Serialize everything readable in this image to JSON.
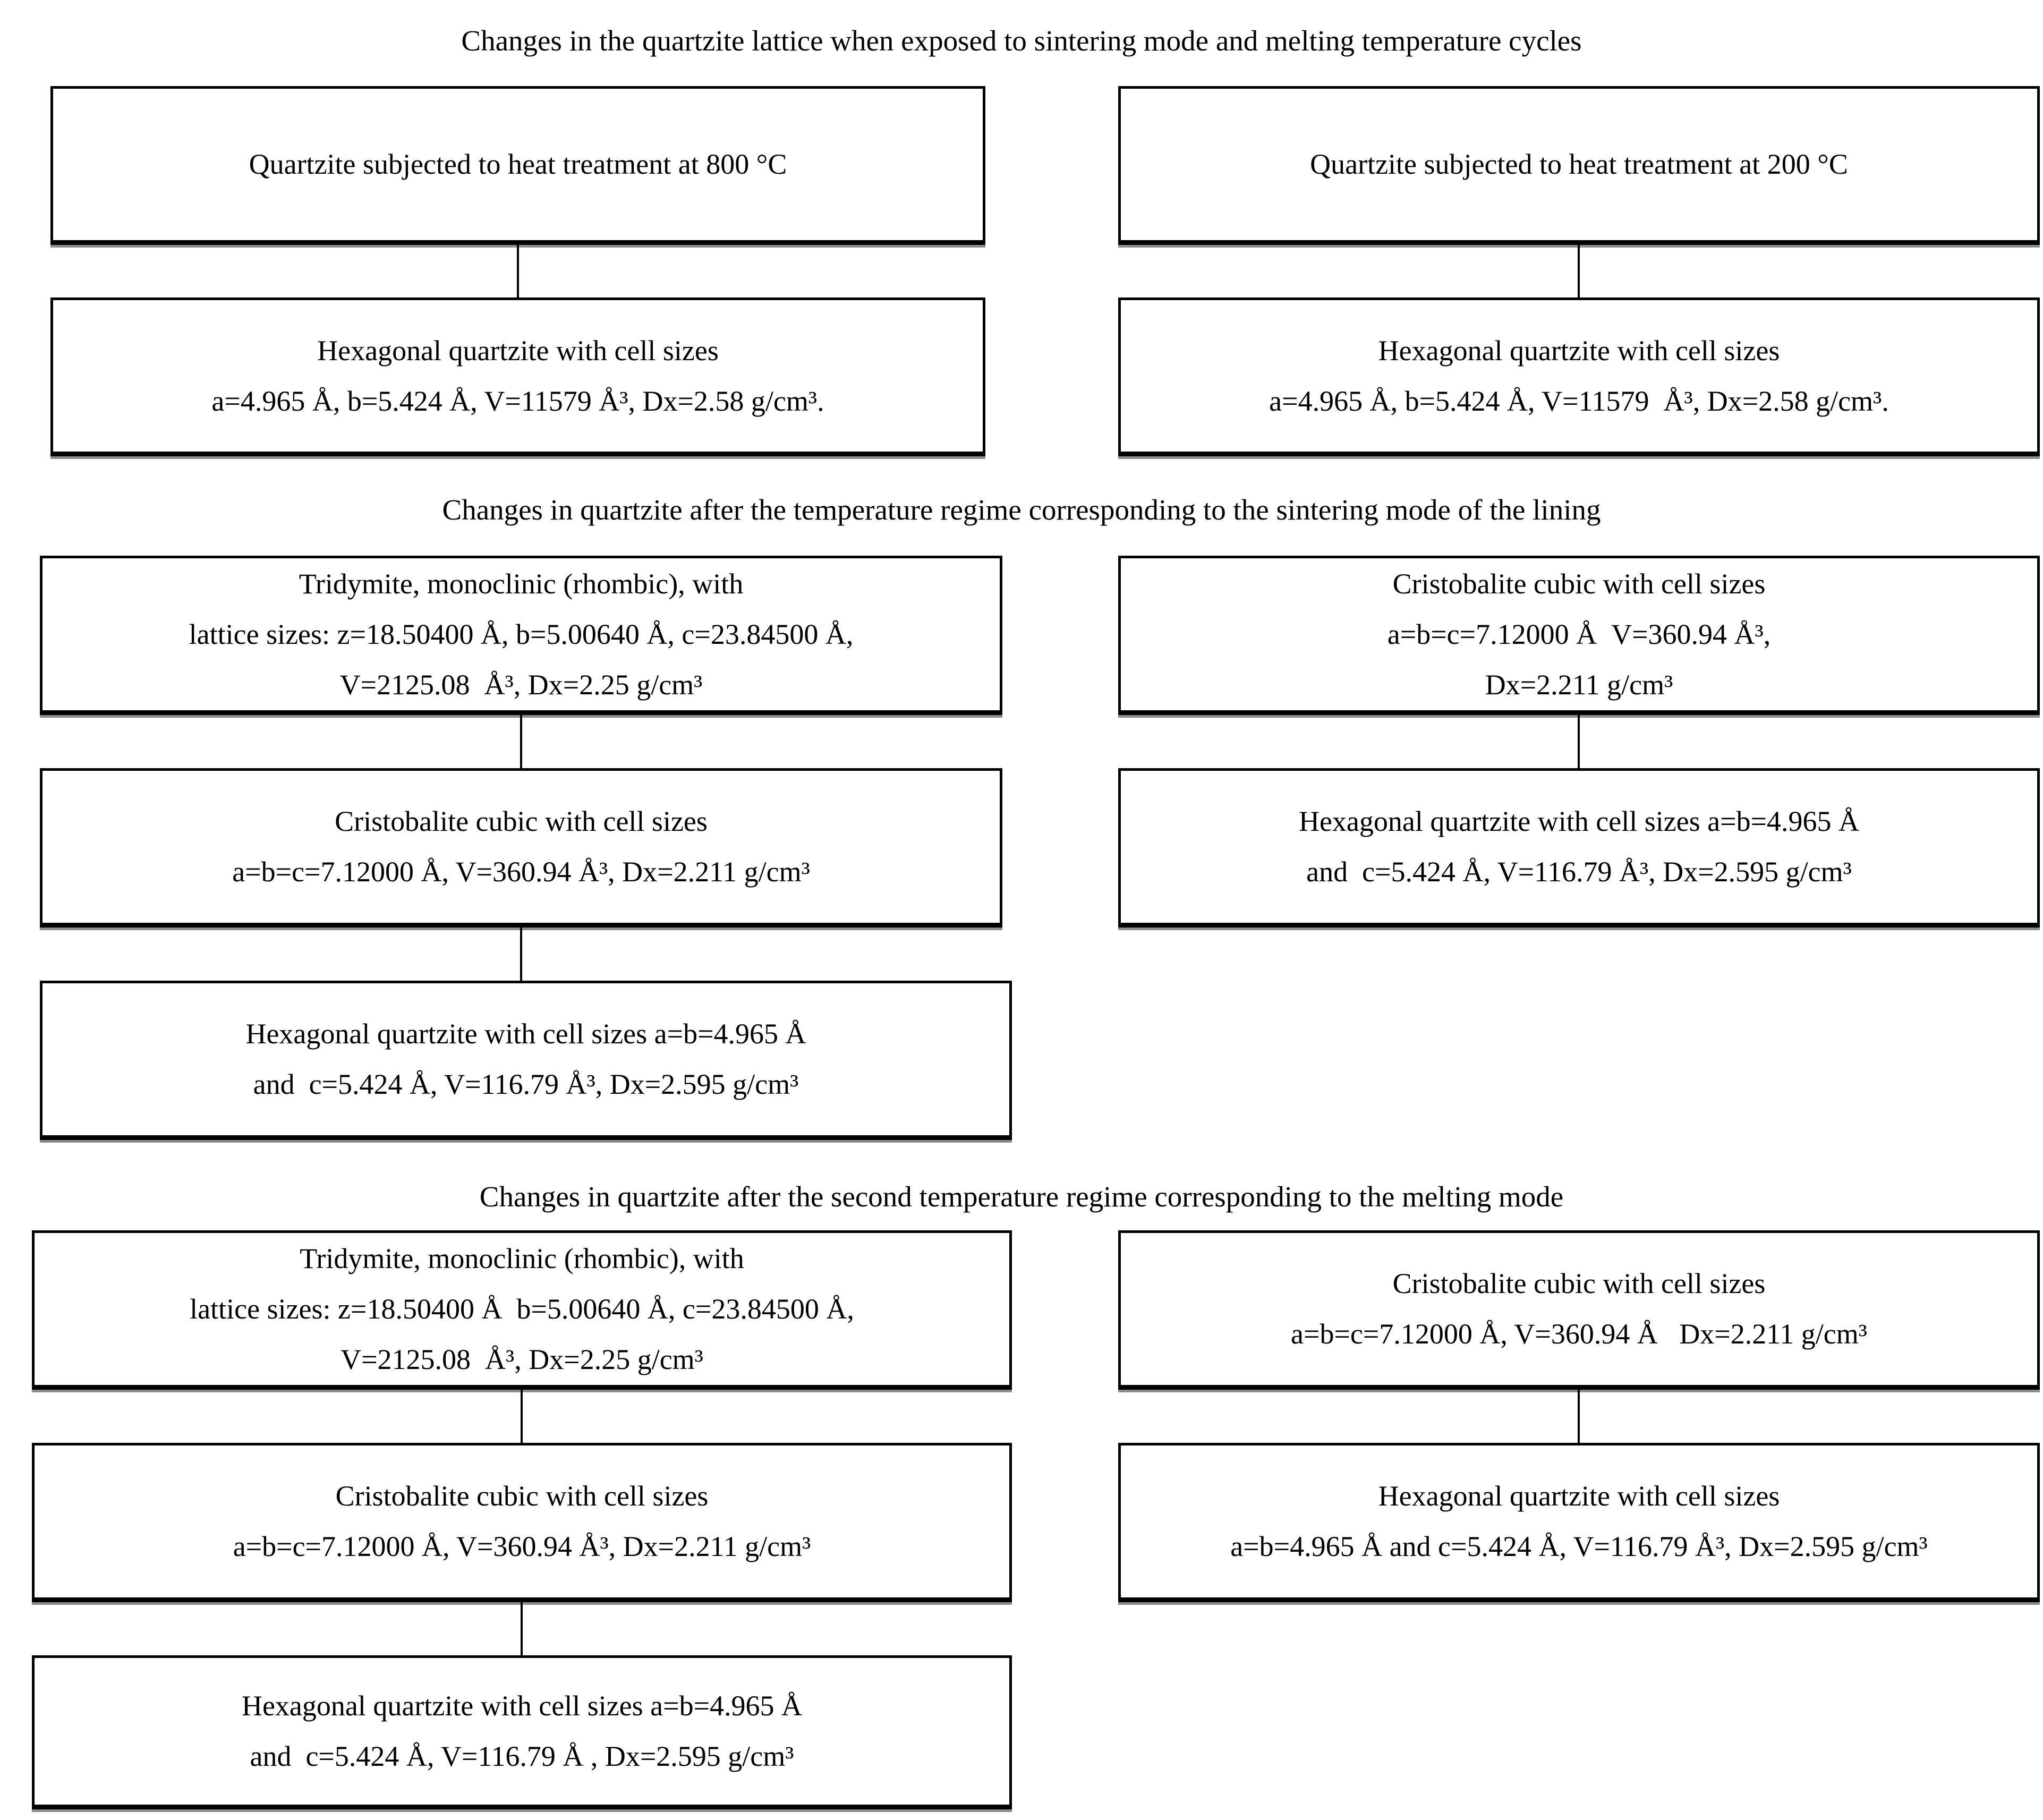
{
  "title": "Changes in the quartzite lattice when exposed to sintering mode and melting temperature cycles",
  "headings": {
    "sintering": "Changes in quartzite after the temperature regime corresponding to the sintering mode of the lining",
    "melting": "Changes in quartzite after the second temperature regime corresponding to the melting mode"
  },
  "colors": {
    "background": "#ffffff",
    "text": "#000000",
    "box_border": "#000000",
    "box_shadow": "#8c8c8c"
  },
  "boxes": {
    "q800": {
      "lines": [
        "Quartzite subjected to heat treatment at 800 °C"
      ]
    },
    "q200": {
      "lines": [
        "Quartzite subjected to heat treatment at 200 °C"
      ]
    },
    "hex800": {
      "lines": [
        "Hexagonal quartzite with cell sizes",
        "a=4.965 Å, b=5.424 Å, V=11579 Å³, Dx=2.58 g/cm³."
      ]
    },
    "hex200": {
      "lines": [
        "Hexagonal quartzite with cell sizes",
        "a=4.965 Å, b=5.424 Å, V=11579  Å³, Dx=2.58 g/cm³."
      ]
    },
    "trid_sint": {
      "lines": [
        "Tridymite, monoclinic (rhombic), with",
        "lattice sizes: z=18.50400 Å, b=5.00640 Å, c=23.84500 Å,",
        "V=2125.08  Å³, Dx=2.25 g/cm³"
      ]
    },
    "cristo_sint_r": {
      "lines": [
        "Cristobalite cubic with cell sizes",
        "a=b=c=7.12000 Å  V=360.94 Å³,",
        "Dx=2.211 g/cm³"
      ]
    },
    "cristo_sint_l": {
      "lines": [
        "Cristobalite cubic with cell sizes",
        "a=b=c=7.12000 Å, V=360.94 Å³, Dx=2.211 g/cm³"
      ]
    },
    "hex_sint_r": {
      "lines": [
        "Hexagonal quartzite with cell sizes a=b=4.965 Å",
        "and  c=5.424 Å, V=116.79 Å³, Dx=2.595 g/cm³"
      ]
    },
    "hex_sint_l": {
      "lines": [
        "Hexagonal quartzite with cell sizes a=b=4.965 Å",
        "and  c=5.424 Å, V=116.79 Å³, Dx=2.595 g/cm³"
      ]
    },
    "trid_melt": {
      "lines": [
        "Tridymite, monoclinic (rhombic), with",
        "lattice sizes: z=18.50400 Å  b=5.00640 Å, c=23.84500 Å,",
        "V=2125.08  Å³, Dx=2.25 g/cm³"
      ]
    },
    "cristo_melt_r": {
      "lines": [
        "Cristobalite cubic with cell sizes",
        "a=b=c=7.12000 Å, V=360.94 Å   Dx=2.211 g/cm³"
      ]
    },
    "cristo_melt_l": {
      "lines": [
        "Cristobalite cubic with cell sizes",
        "a=b=c=7.12000 Å, V=360.94 Å³, Dx=2.211 g/cm³"
      ]
    },
    "hex_melt_r": {
      "lines": [
        "Hexagonal quartzite with cell sizes",
        "a=b=4.965 Å and c=5.424 Å, V=116.79 Å³, Dx=2.595 g/cm³"
      ]
    },
    "hex_melt_l": {
      "lines": [
        "Hexagonal quartzite with cell sizes a=b=4.965 Å",
        "and  c=5.424 Å, V=116.79 Å , Dx=2.595 g/cm³"
      ]
    }
  }
}
